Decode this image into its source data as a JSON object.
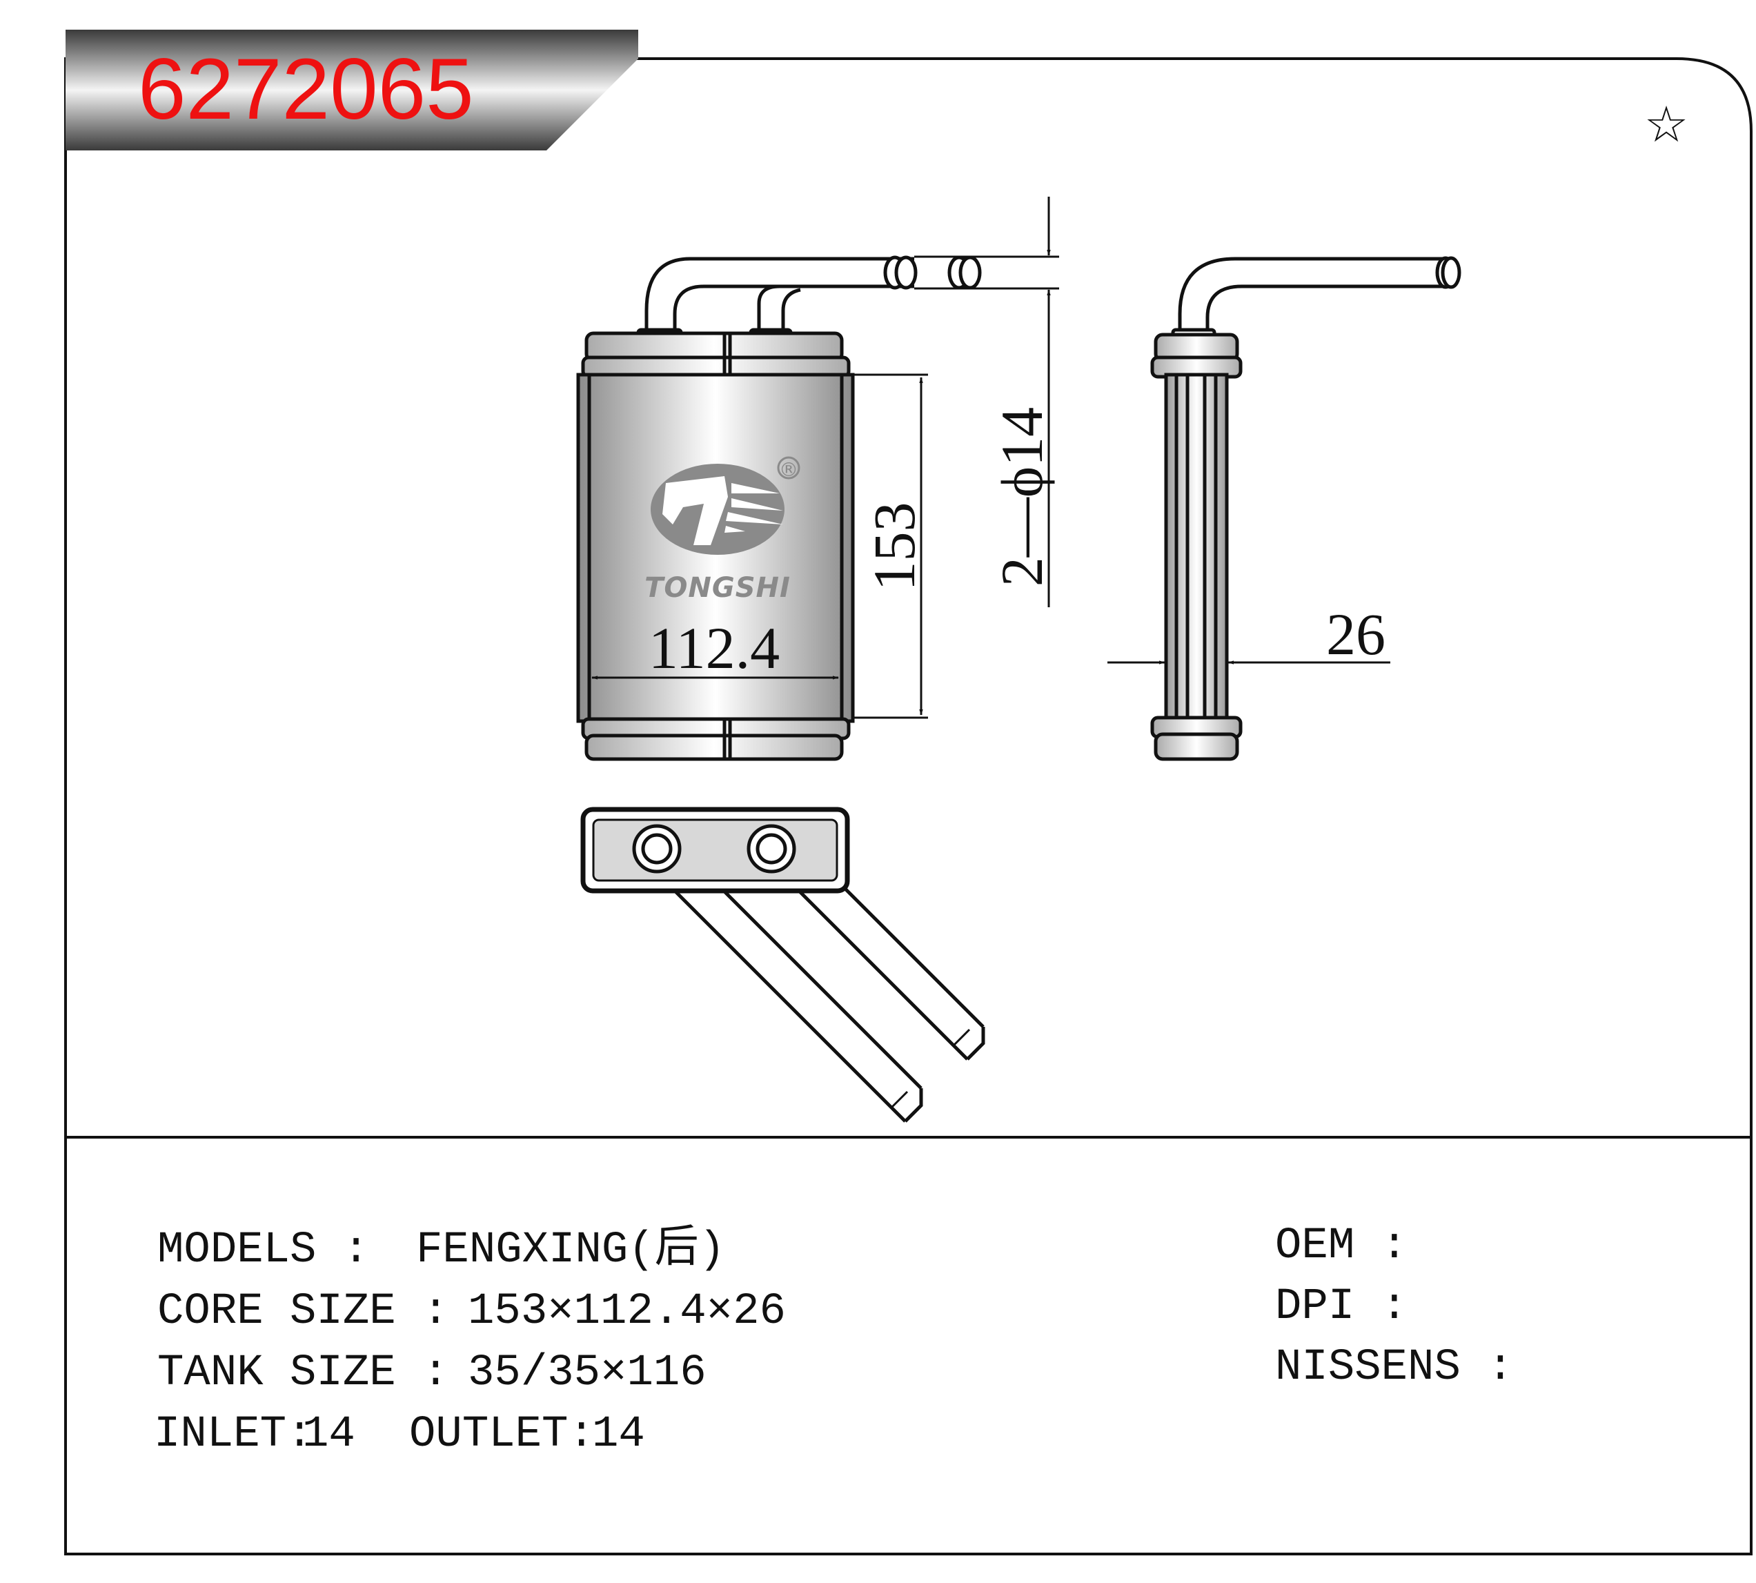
{
  "part_number": "6272065",
  "brand": "TONGSHI",
  "registered_mark": "®",
  "star_symbol": "☆",
  "dimensions": {
    "height": "153",
    "width": "112.4",
    "thickness": "26",
    "pipe": "2—ϕ14"
  },
  "specs": {
    "models_label": "MODELS :",
    "models_value": "FENGXING(后)",
    "core_label": "CORE SIZE :",
    "core_value": "153×112.4×26",
    "tank_label": "TANK SIZE :",
    "tank_value": "35/35×116",
    "inlet_label": "INLET:",
    "inlet_value": "14",
    "outlet_label": "OUTLET:",
    "outlet_value": "14"
  },
  "references": {
    "oem_label": "OEM :",
    "oem_value": "",
    "dpi_label": "DPI :",
    "dpi_value": "",
    "nissens_label": "NISSENS :",
    "nissens_value": ""
  },
  "colors": {
    "part_number": "#ee1111",
    "header_dark": "#3a3a3a",
    "header_light": "#f4f4f4",
    "logo": "#8a8a8a",
    "stroke": "#111111"
  }
}
